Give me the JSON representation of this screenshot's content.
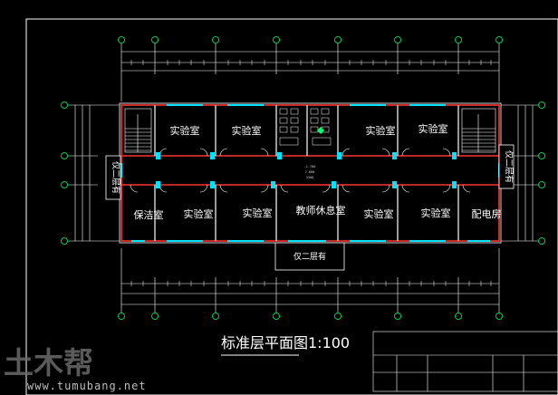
{
  "title": "标准层平面图1:100",
  "rooms_top": [
    "实验室",
    "实验室",
    "实验室",
    "实验室"
  ],
  "rooms_bottom": [
    "保洁室",
    "实验室",
    "实验室",
    "教师休息室",
    "实验室",
    "实验室",
    "配电房"
  ],
  "label_left": "仅二层有",
  "label_right": "仅二层有",
  "label_bottom": "仅二层有",
  "watermark": "土木帮",
  "watermark_url": "www.tumubang.net",
  "colors": {
    "wall": "#ff3333",
    "door": "#00e5ff",
    "lines": "#ffffff",
    "grid": "#00ff66",
    "dims": "#00ffff"
  }
}
